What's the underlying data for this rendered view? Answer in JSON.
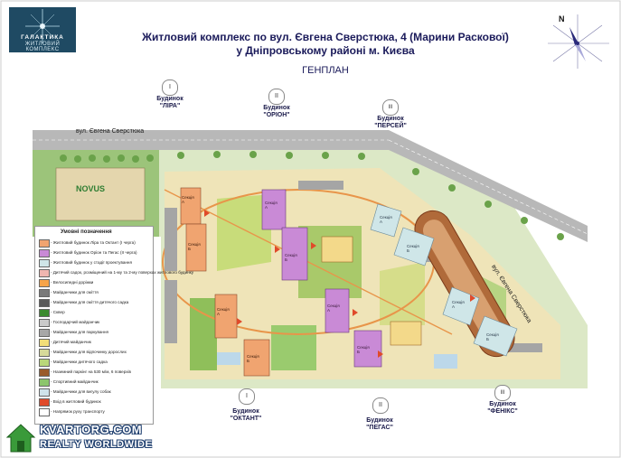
{
  "title_line1": "Житловий комплекс по вул. Євгена Сверстюка, 4 (Марини Раскової)",
  "title_line2": "у Дніпровському районі м. Києва",
  "subtitle": "ГЕНПЛАН",
  "logo_text": "ГАЛАКТИКА",
  "logo_subtext": "ЖИТЛОВИЙ КОМПЛЕКС",
  "north_letter": "N",
  "street_top": "вул. Євгена Сверстюка",
  "street_diag": "вул. Євгена Сверстюка",
  "store": "NOVUS",
  "buildings": [
    {
      "numeral": "I",
      "word": "Будинок",
      "name": "\"ЛІРА\""
    },
    {
      "numeral": "II",
      "word": "Будинок",
      "name": "\"ОРІОН\""
    },
    {
      "numeral": "III",
      "word": "Будинок",
      "name": "\"ПЕРСЕЙ\""
    },
    {
      "numeral": "I",
      "word": "Будинок",
      "name": "\"ОКТАНТ\""
    },
    {
      "numeral": "II",
      "word": "Будинок",
      "name": "\"ПЕГАС\""
    },
    {
      "numeral": "III",
      "word": "Будинок",
      "name": "\"ФЕНІКС\""
    }
  ],
  "section_word": "Секція",
  "section_letters": [
    "А",
    "Б"
  ],
  "legend": {
    "title": "Умовні позначення",
    "items": [
      {
        "label": "- Житловий будинок Ліра та Октант (І черга)",
        "color": "#f0a470"
      },
      {
        "label": "- Житловий будинок Оріон та Пегас (ІІ черга)",
        "color": "#c98ad6"
      },
      {
        "label": "- Житловий будинок у стадії проектування",
        "color": "#cfe6e8"
      },
      {
        "label": "- Дитячий садок, розміщений на 1-му та 2-му поверхах житлового будинку",
        "color": "#f0b6b0"
      },
      {
        "label": "- Велосипедні доріжки",
        "color": "#f6a44a"
      },
      {
        "label": "- Майданчики для сміття",
        "color": "#7a7a7a"
      },
      {
        "label": "- Майданчики для сміття дитячого садка",
        "color": "#5a5a5a"
      },
      {
        "label": "- Сквер",
        "color": "#3b8a2e"
      },
      {
        "label": "- Господарчий майданчик",
        "color": "#c9c9c9"
      },
      {
        "label": "- Майданчики для паркування",
        "color": "#a7a7a7"
      },
      {
        "label": "- Дитячий майданчик",
        "color": "#f2de78"
      },
      {
        "label": "- Майданчики для відпочинку дорослих",
        "color": "#d6d99a"
      },
      {
        "label": "- Майданчики дитячого садка",
        "color": "#b9d77a"
      },
      {
        "label": "- Наземний паркінг на 530 м/м, 6 поверхів",
        "color": "#9a5a2a"
      },
      {
        "label": "- Спортивний майданчик",
        "color": "#8cc56c"
      },
      {
        "label": "- Майданчики для вигулу собак",
        "color": "#cfe3ea"
      },
      {
        "label": "- Вхід в житловий будинок",
        "color": "#e04a2a"
      },
      {
        "label": "- Напрямок руху транспорту",
        "color": "#ffffff"
      }
    ]
  },
  "watermark_line1": "KVARTORG.COM",
  "watermark_line2": "REALTY WORLDWIDE"
}
